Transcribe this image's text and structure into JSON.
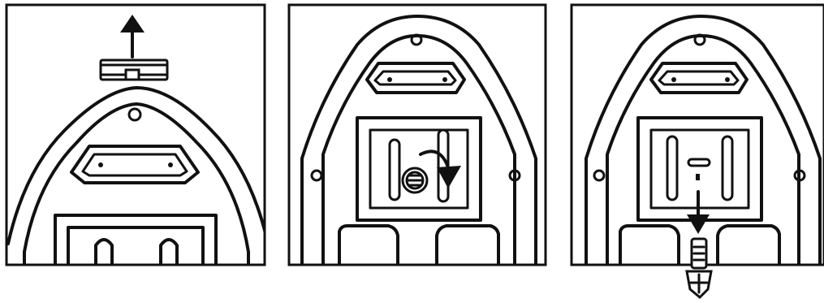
{
  "figure": {
    "panels": [
      {
        "id": "step-1",
        "action": "pull-up",
        "icon": "arrow-up-icon"
      },
      {
        "id": "step-2",
        "action": "turn-screw-clockwise",
        "icon": "curved-arrow-clockwise-icon"
      },
      {
        "id": "step-3",
        "action": "remove-screw-downward",
        "icon": "arrow-down-icon"
      }
    ],
    "colors": {
      "line": "#111111",
      "background": "#ffffff"
    }
  }
}
